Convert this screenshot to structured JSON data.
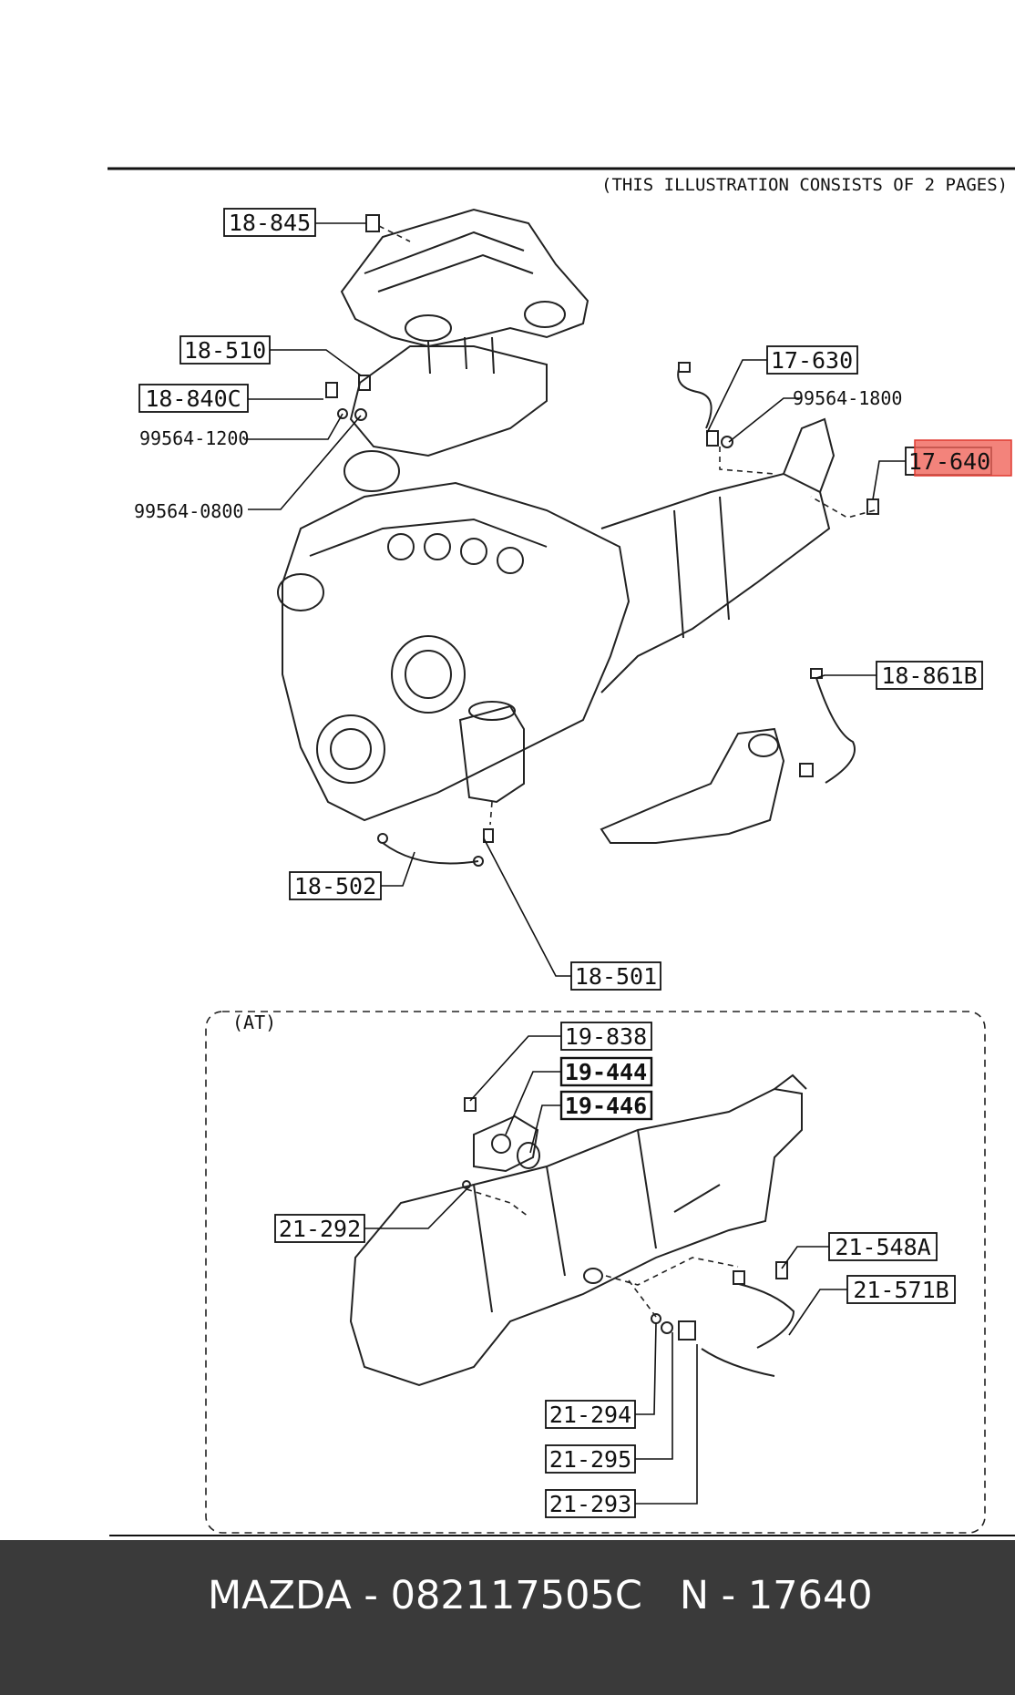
{
  "header_note": "(THIS ILLUSTRATION CONSISTS OF  2 PAGES)",
  "inset_label": "(AT)",
  "highlight_color": "#f0645a",
  "callouts": [
    {
      "id": "c18845",
      "label": "18-845"
    },
    {
      "id": "c18510",
      "label": "18-510"
    },
    {
      "id": "c18840C",
      "label": "18-840C"
    },
    {
      "id": "c17630",
      "label": "17-630"
    },
    {
      "id": "c17640",
      "label": "17-640",
      "highlighted": true
    },
    {
      "id": "c18861B",
      "label": "18-861B"
    },
    {
      "id": "c18502",
      "label": "18-502"
    },
    {
      "id": "c18501",
      "label": "18-501"
    },
    {
      "id": "c19838",
      "label": "19-838"
    },
    {
      "id": "c19444",
      "label": "19-444"
    },
    {
      "id": "c19446",
      "label": "19-446"
    },
    {
      "id": "c21292",
      "label": "21-292"
    },
    {
      "id": "c21548A",
      "label": "21-548A"
    },
    {
      "id": "c21571B",
      "label": "21-571B"
    },
    {
      "id": "c21294",
      "label": "21-294"
    },
    {
      "id": "c21295",
      "label": "21-295"
    },
    {
      "id": "c21293",
      "label": "21-293"
    }
  ],
  "plain_labels": [
    {
      "id": "p995641800",
      "label": "99564-1800"
    },
    {
      "id": "p995641200",
      "label": "99564-1200"
    },
    {
      "id": "p995640800",
      "label": "99564-0800"
    }
  ],
  "footer": {
    "text": "MAZDA - 082117505C   N - 17640"
  }
}
